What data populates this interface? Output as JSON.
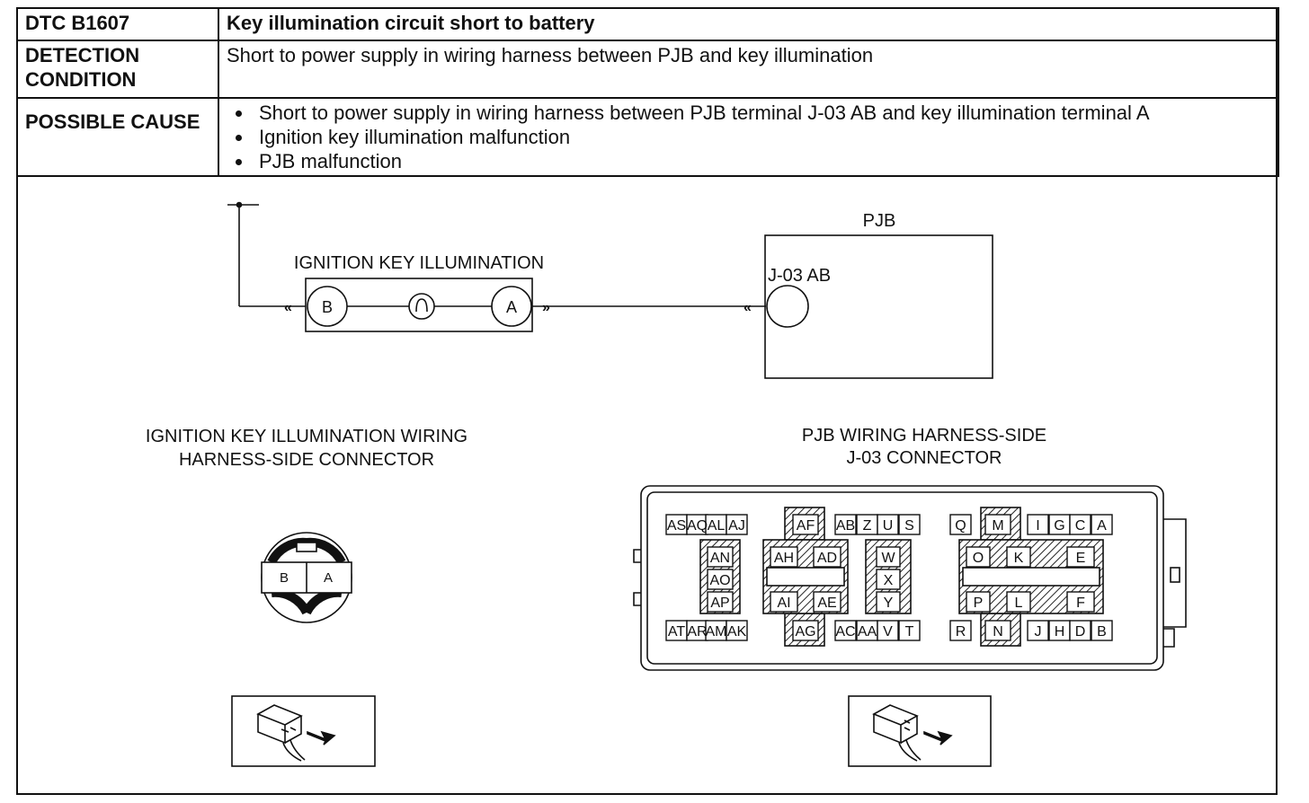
{
  "dtc": {
    "code": "DTC B1607",
    "title": "Key illumination circuit short to battery",
    "detection_label": "DETECTION CONDITION",
    "detection_text": "Short to power supply in wiring harness between PJB and key illumination",
    "cause_label": "POSSIBLE CAUSE",
    "causes": [
      "Short to power supply in wiring harness between PJB terminal J-03 AB and key illumination terminal A",
      "Ignition key illumination malfunction",
      "PJB malfunction"
    ]
  },
  "schematic": {
    "component_label": "IGNITION KEY ILLUMINATION",
    "terminal_b": "B",
    "terminal_a": "A",
    "pjb_label": "PJB",
    "pjb_terminal": "J-03 AB"
  },
  "connectors": {
    "left_title_1": "IGNITION KEY ILLUMINATION WIRING",
    "left_title_2": "HARNESS-SIDE CONNECTOR",
    "left_pins": [
      "B",
      "A"
    ],
    "right_title_1": "PJB WIRING HARNESS-SIDE",
    "right_title_2": "J-03 CONNECTOR",
    "j03_top_row": [
      "AS",
      "AQ",
      "AL",
      "AJ",
      "AF",
      "AB",
      "Z",
      "U",
      "S",
      "Q",
      "M",
      "I",
      "G",
      "C",
      "A"
    ],
    "j03_bottom_row": [
      "AT",
      "AR",
      "AM",
      "AK",
      "AG",
      "AC",
      "AA",
      "V",
      "T",
      "R",
      "N",
      "J",
      "H",
      "D",
      "B"
    ],
    "j03_col_an": [
      "AN",
      "AO",
      "AP"
    ],
    "j03_col_ah": [
      "AH",
      "AI"
    ],
    "j03_col_ad": [
      "AD",
      "AE"
    ],
    "j03_col_w": [
      "W",
      "X",
      "Y"
    ],
    "j03_col_o": [
      "O",
      "P"
    ],
    "j03_col_k": [
      "K",
      "L"
    ],
    "j03_col_e": [
      "E",
      "F"
    ]
  }
}
